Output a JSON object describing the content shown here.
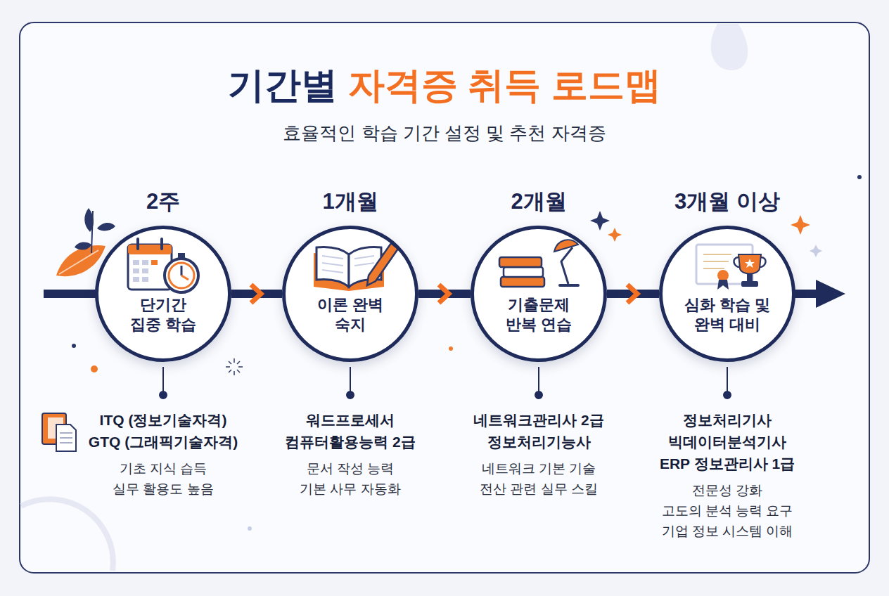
{
  "diagram": {
    "title": "기간별 자격증 취득 로드맵",
    "nodes": [
      {
        "text": [
          "2주",
          "단기간 집중 학습"
        ]
      },
      {
        "text": [
          "1개월",
          "이론 완벽 숙지"
        ]
      },
      {
        "text": [
          "2개월",
          "기출문제 반복 연습"
        ]
      },
      {
        "text": [
          "3개월 이상",
          "심화 학습 및 완벽 대비"
        ]
      }
    ],
    "edges": [
      {
        "from": 0,
        "to": 1,
        "arrow": "to"
      },
      {
        "from": 1,
        "to": 2,
        "arrow": "to"
      },
      {
        "from": 2,
        "to": 3,
        "arrow": "to"
      }
    ],
    "labels": [
      "효율적인 학습 기간 설정 및 추천 자격증",
      "ITQ (정보기술자격)",
      "GTQ (그래픽기술자격)",
      "기초 지식 습득",
      "실무 활용도 높음",
      "워드프로세서",
      "컴퓨터활용능력 2급",
      "문서 작성 능력",
      "기본 사무 자동화",
      "네트워크관리사 2급",
      "정보처리기능사",
      "네트워크 기본 기술",
      "전산 관련 실무 스킬",
      "정보처리기사",
      "빅데이터분석기사",
      "ERP 정보관리사 1급",
      "전문성 강화",
      "고도의 분석 능력 요구",
      "기업 정보 시스템 이해"
    ]
  }
}
